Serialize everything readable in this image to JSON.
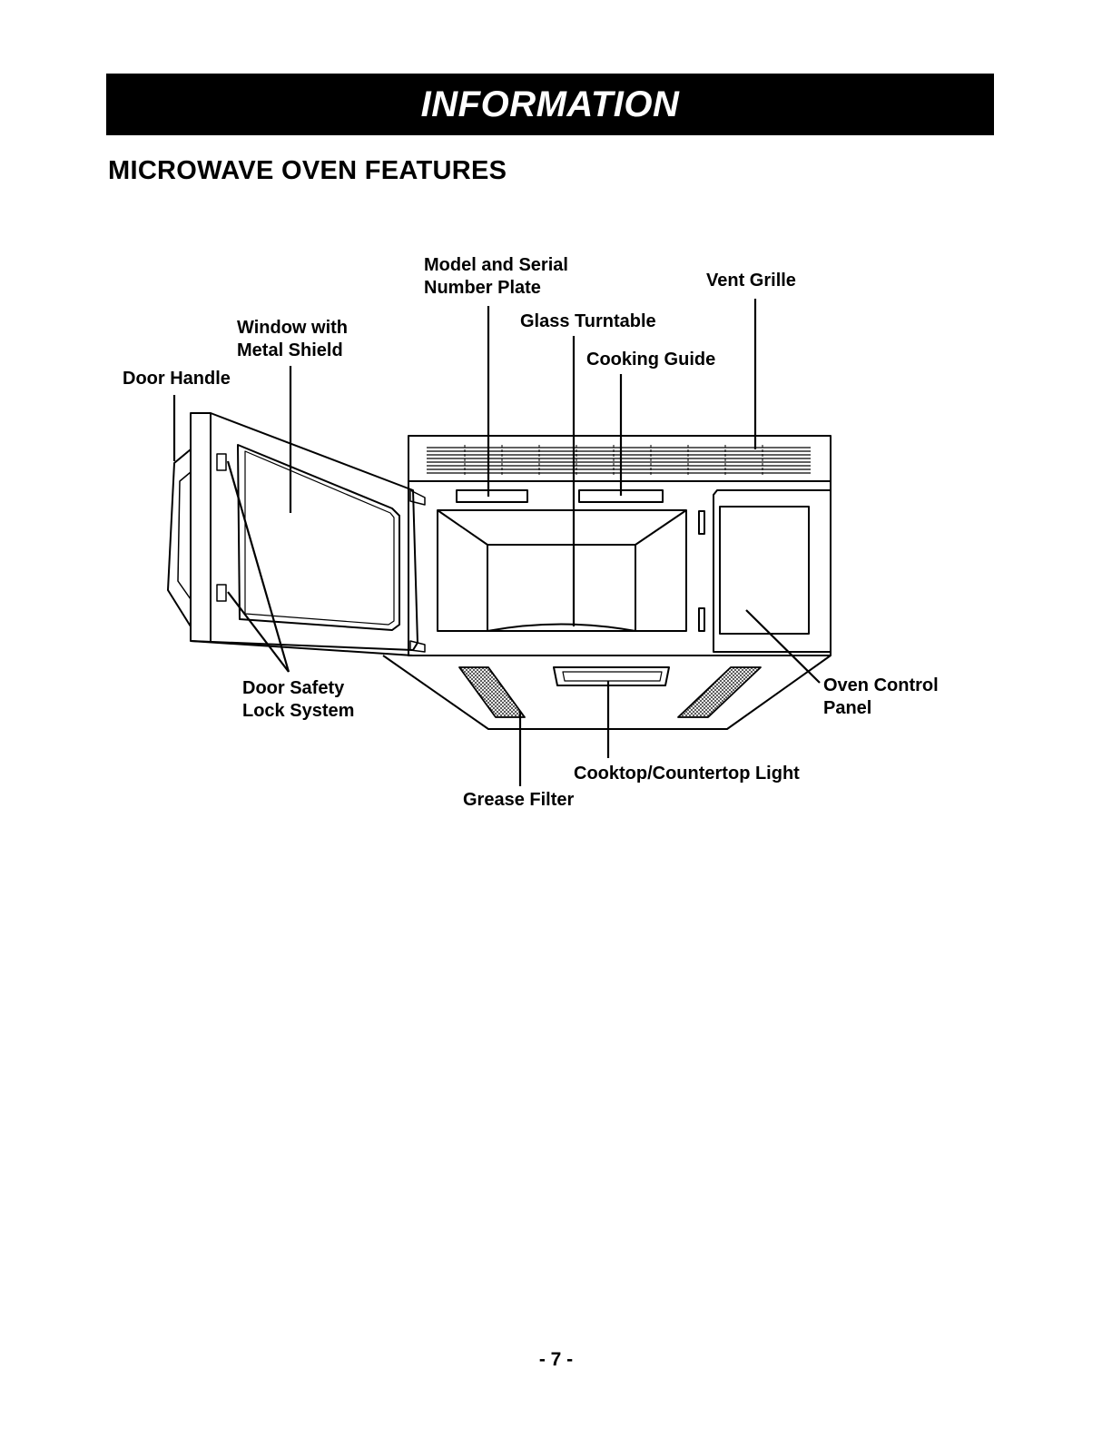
{
  "header": {
    "banner": "INFORMATION"
  },
  "section_title": "MICROWAVE OVEN FEATURES",
  "labels": {
    "model_serial_line1": "Model and Serial",
    "model_serial_line2": "Number Plate",
    "vent_grille": "Vent Grille",
    "window_line1": "Window with",
    "window_line2": "Metal Shield",
    "glass_turntable": "Glass Turntable",
    "cooking_guide": "Cooking Guide",
    "door_handle": "Door Handle",
    "door_safety_line1": "Door Safety",
    "door_safety_line2": "Lock System",
    "oven_control_line1": "Oven Control",
    "oven_control_line2": "Panel",
    "cooktop_light": "Cooktop/Countertop Light",
    "grease_filter": "Grease Filter"
  },
  "footer": {
    "page_number": "- 7 -"
  }
}
